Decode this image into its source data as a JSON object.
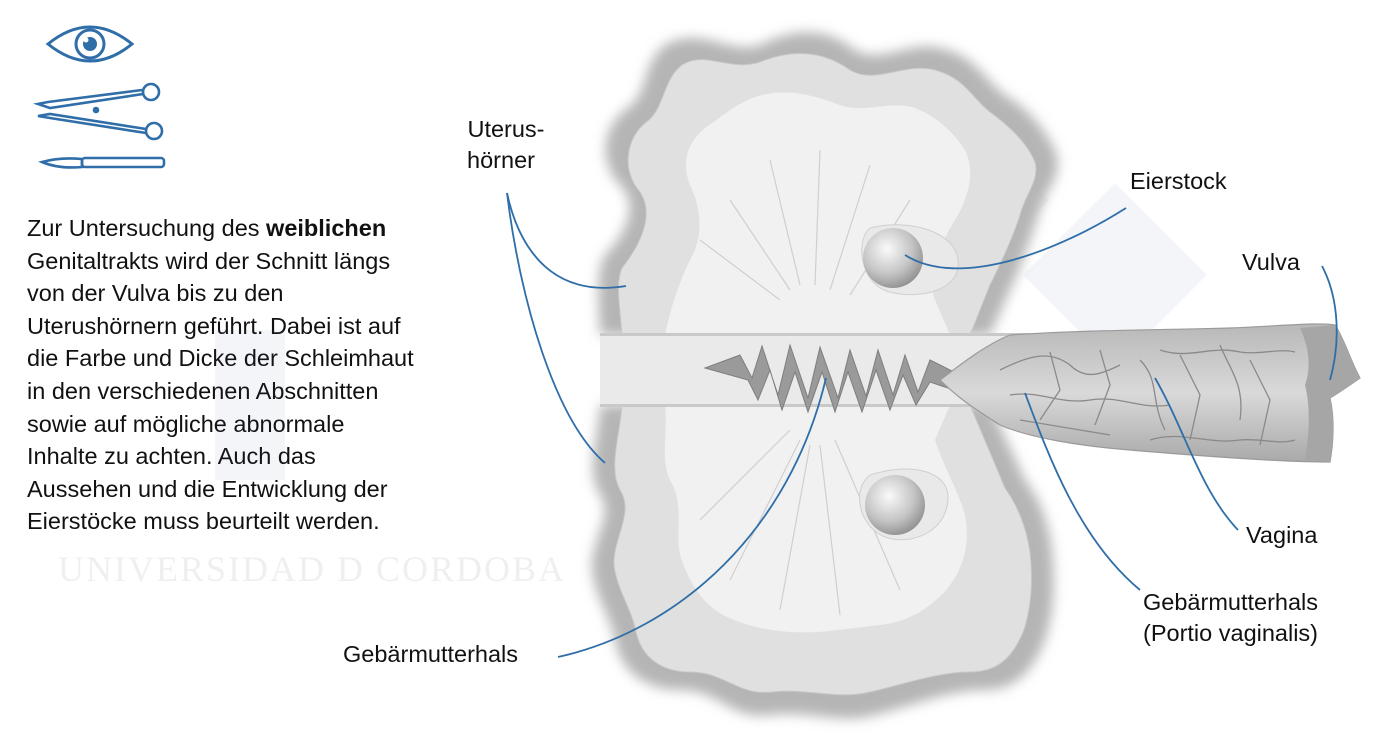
{
  "description": {
    "before_bold": "Zur Untersuchung des ",
    "bold": "weiblichen",
    "after_bold": " Genitaltrakts wird der Schnitt längs von der Vulva bis zu den Uterushörnern geführt. Dabei ist auf die Farbe und Dicke der Schleimhaut in den verschiedenen Abschnitten sowie auf mögliche abnormale Inhalte zu achten. Auch das Aussehen und die Entwicklung der Eierstöcke muss beurteilt werden."
  },
  "icons": [
    "eye-icon",
    "scissors-icon",
    "scalpel-icon"
  ],
  "labels": {
    "uterus_horns_line1": "Uterus-",
    "uterus_horns_line2": "hörner",
    "ovary": "Eierstock",
    "vulva": "Vulva",
    "vagina": "Vagina",
    "cervix_portio_line1": "Gebärmutterhals",
    "cervix_portio_line2": "(Portio vaginalis)",
    "cervix": "Gebärmutterhals"
  },
  "watermark": "UNIVERSIDAD D CORDOBA",
  "colors": {
    "leader_line": "#2f6ea8",
    "icon_stroke": "#2f6ea8",
    "tissue_light": "#e4e4e4",
    "tissue_dark": "#9a9a9a",
    "lumen": "#f2f2f2"
  }
}
